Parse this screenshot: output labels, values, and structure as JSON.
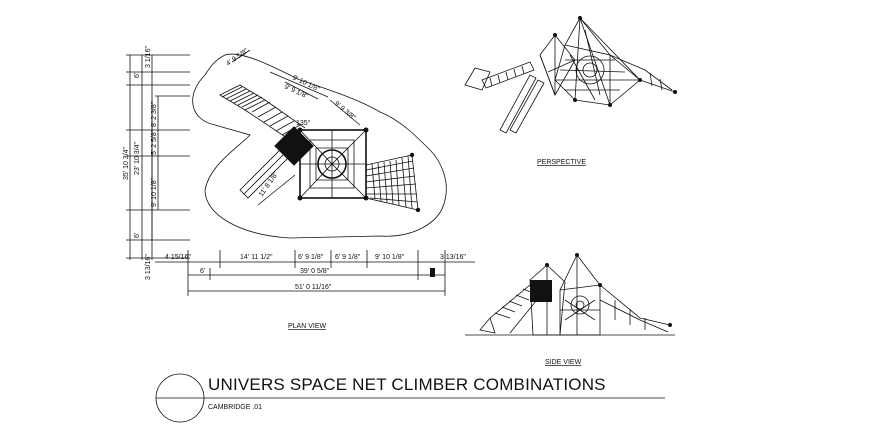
{
  "title": "UNIVERS SPACE NET CLIMBER COMBINATIONS",
  "subtitle": "CAMBRIDGE .01",
  "views": {
    "plan": "PLAN VIEW",
    "perspective": "PERSPECTIVE",
    "side": "SIDE VIEW"
  },
  "dimensions": {
    "vertical_left": {
      "overall": "35' 10 3/4\"",
      "top_small": "3 1/16\"",
      "top_6": "6'",
      "bottom_6": "6'",
      "bottom_small": "3 13/16\""
    },
    "vertical_inner": [
      "8' 2 3/8\"",
      "5' 2 5/8\"",
      "9' 10 1/8\""
    ],
    "vertical_mid": "23' 10 3/4\"",
    "horizontal_top": [
      "4 15/16\"",
      "14' 11 1/2\"",
      "6' 9 1/8\"",
      "6' 9 1/8\"",
      "9' 10 1/8\"",
      "3 13/16\""
    ],
    "horizontal_mid_left": "6'",
    "horizontal_mid": "39' 0 5/8\"",
    "horizontal_overall": "51' 0 11/16\"",
    "plan_top": [
      "4' 9 5/8\"",
      "9' 10 1/8\"",
      "9' 9 1/8\""
    ],
    "plan_right": "9' 9 3/8\"",
    "plan_angle": "135°",
    "plan_slide": "11' 8 1/8\""
  }
}
